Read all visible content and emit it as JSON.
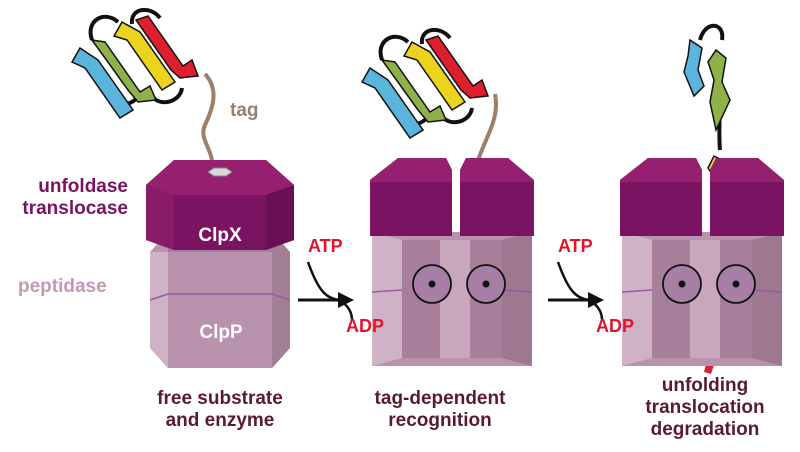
{
  "labels": {
    "unfoldase": "unfoldase",
    "translocase": "translocase",
    "peptidase": "peptidase",
    "tag": "tag",
    "clpx": "ClpX",
    "clpp": "ClpP"
  },
  "arrows": [
    {
      "atp": "ATP",
      "adp": "ADP"
    },
    {
      "atp": "ATP",
      "adp": "ADP"
    }
  ],
  "captions": [
    {
      "line1": "free substrate",
      "line2": "and enzyme"
    },
    {
      "line1": "tag-dependent",
      "line2": "recognition"
    },
    {
      "line1": "unfolding",
      "line2": "translocation",
      "line3": "degradation"
    }
  ],
  "colors": {
    "unfoldase": "#7a1462",
    "peptidase": "#c39ab5",
    "atp": "#e4132a",
    "caption": "#5a1a34",
    "strand_blue": "#5ab4db",
    "strand_green": "#8fb248",
    "strand_yellow": "#ecd31e",
    "strand_red": "#dd1f2e",
    "tag": "#9b7f68"
  }
}
